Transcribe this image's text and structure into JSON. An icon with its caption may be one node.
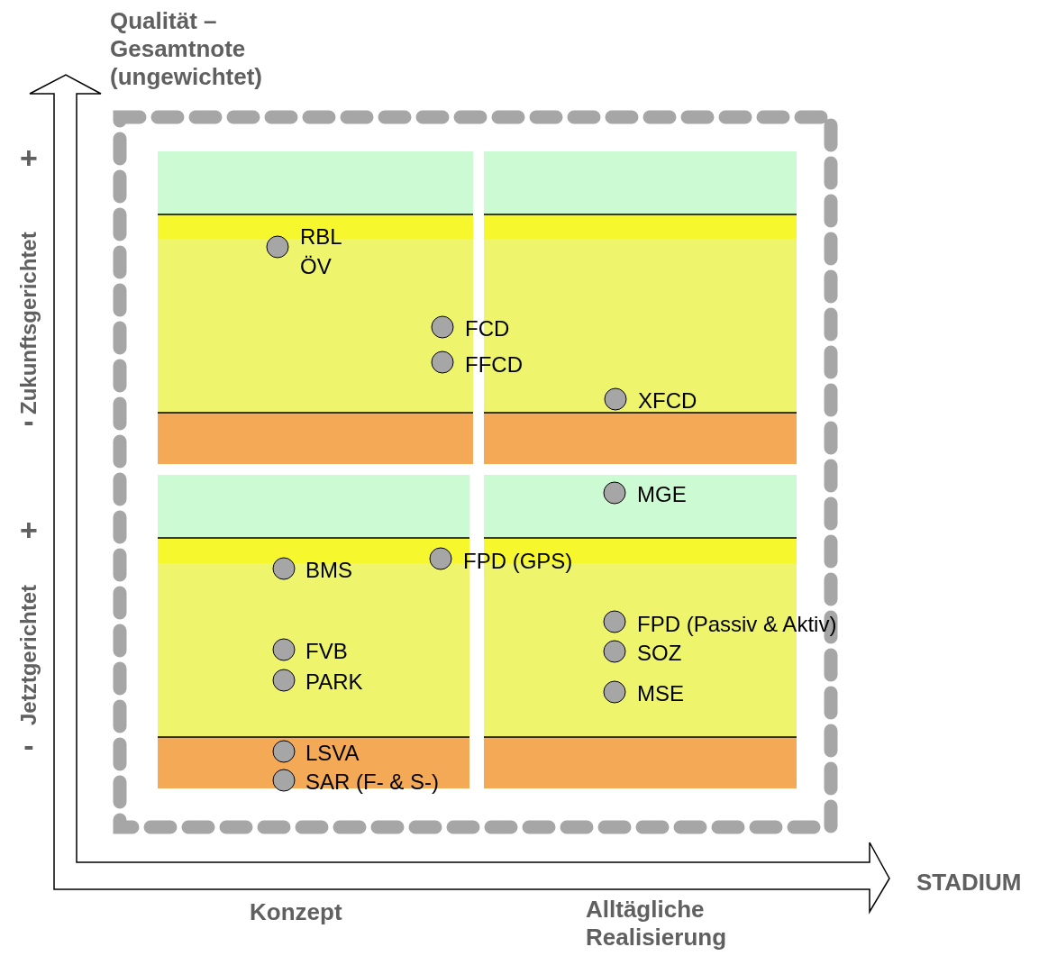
{
  "diagram": {
    "labels": [
      "Qualität – Gesamtnote (ungewichtet)",
      "+",
      "Zukunftsgerichtet",
      "-",
      "RBL ÖV",
      "FCD",
      "FFCD",
      "XFCD",
      "MGE",
      "+",
      "FPD (GPS)",
      "BMS",
      "FPD (Passiv & Aktiv)",
      "Jetztgerichtet",
      "FVB",
      "SOZ",
      "PARK",
      "MSE",
      "-",
      "LSVA",
      "SAR (F- & S-)",
      "STADIUM",
      "Konzept",
      "Alltägliche Realisierung"
    ]
  }
}
